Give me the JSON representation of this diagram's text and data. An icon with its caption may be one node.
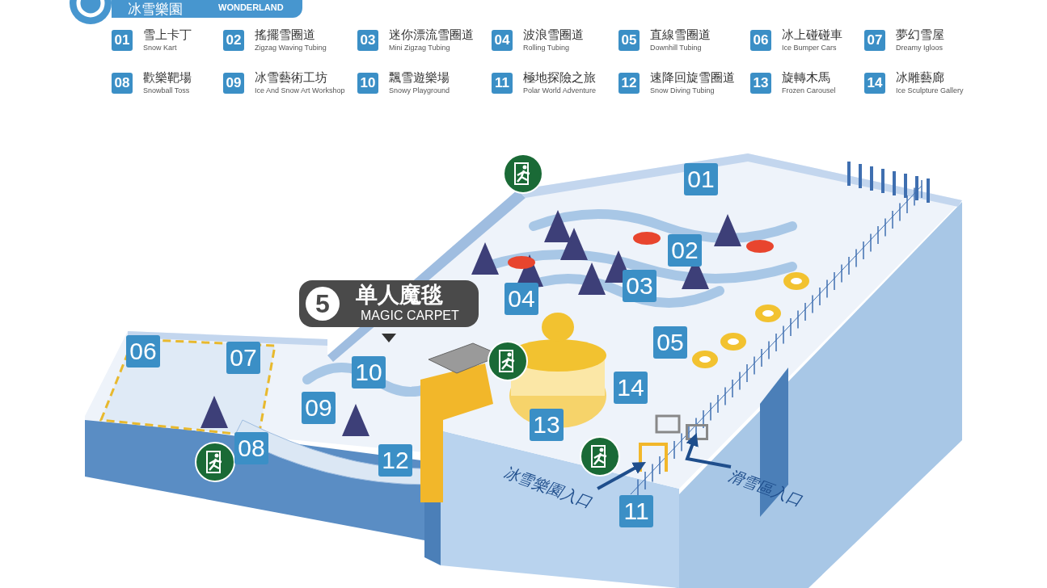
{
  "diagram": {
    "title": "冰雪樂園",
    "nodes": [
      {
        "text": [
          "5",
          "单人魔毯",
          "MAGIC CARPET"
        ]
      },
      {
        "text": [
          "冰雪樂園入口"
        ]
      },
      {
        "text": [
          "滑雪區入口"
        ]
      },
      {
        "text": [],
        "shape": "picture"
      },
      {
        "text": [],
        "shape": "picture"
      }
    ],
    "edges": [
      {
        "from": 1,
        "to": 3,
        "arrow": "to"
      },
      {
        "from": 2,
        "to": 4,
        "arrow": "to"
      }
    ],
    "labels": [
      "WONDERLAND",
      "01",
      "雪上卡丁",
      "Snow Kart",
      "02",
      "搖擺雪圈道",
      "Zigzag Waving Tubing",
      "03",
      "迷你漂流雪圈道",
      "Mini Zigzag Tubing",
      "04",
      "波浪雪圈道",
      "Rolling Tubing",
      "05",
      "直線雪圈道",
      "Downhill Tubing",
      "06",
      "冰上碰碰車",
      "Ice Bumper Cars",
      "07",
      "夢幻雪屋",
      "Dreamy Igloos",
      "08",
      "歡樂靶場",
      "Snowball Toss",
      "09",
      "冰雪藝術工坊",
      "Ice And Snow Art Workshop",
      "10",
      "飄雪遊樂場",
      "Snowy Playground",
      "11",
      "極地探險之旅",
      "Polar World Adventure",
      "12",
      "速降回旋雪圈道",
      "Snow Diving Tubing",
      "13",
      "旋轉木馬",
      "Frozen Carousel",
      "14",
      "冰雕藝廊",
      "Ice Sculpture Gallery",
      "01",
      "02",
      "03",
      "04",
      "05",
      "06",
      "07",
      "10",
      "14",
      "09",
      "13",
      "08",
      "12",
      "11"
    ]
  }
}
